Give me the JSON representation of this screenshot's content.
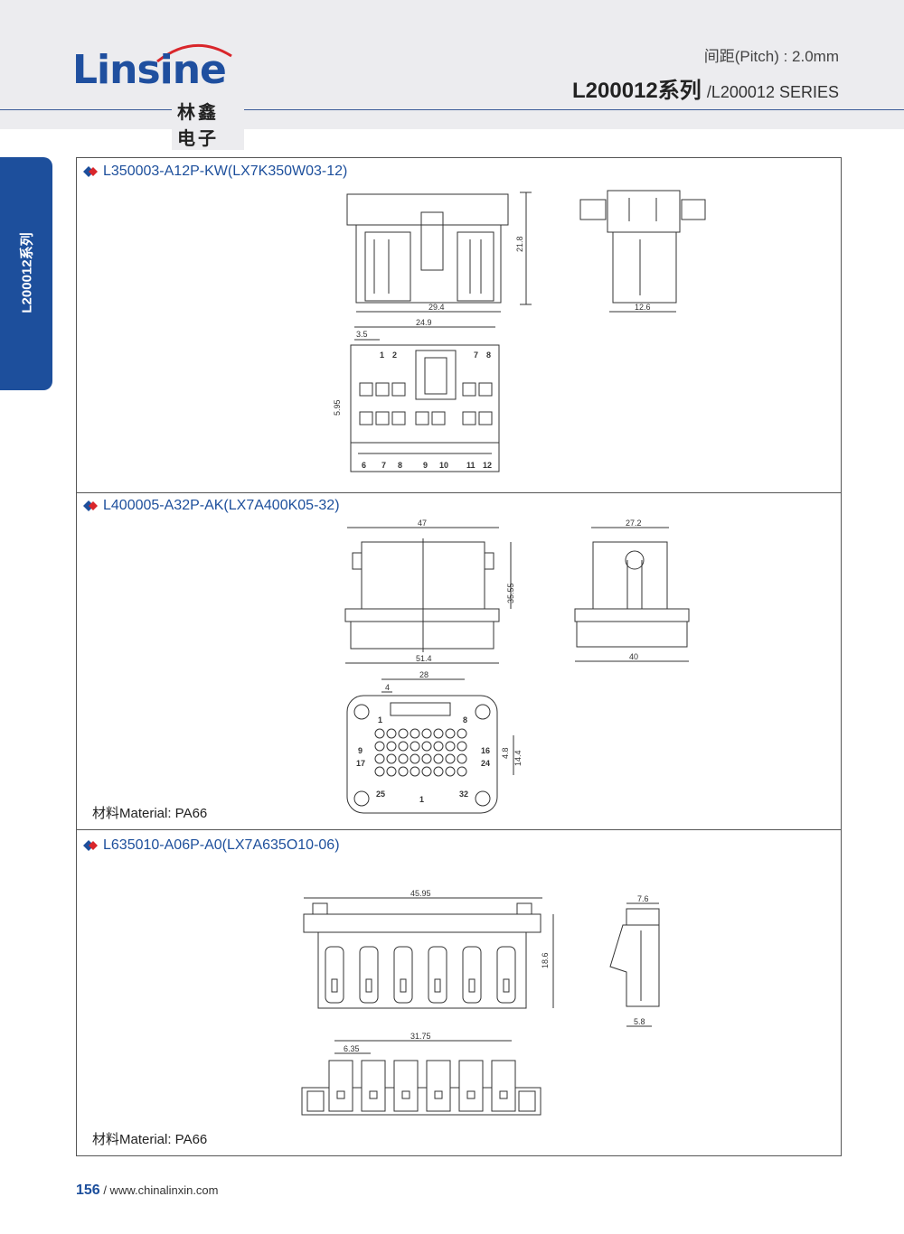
{
  "brand": {
    "logo": "Linsine",
    "name_cn": "林鑫电子"
  },
  "header": {
    "pitch": "间距(Pitch) : 2.0mm",
    "series_cn": "L200012系列",
    "series_en": "/L200012 SERIES",
    "brand_color": "#1d4f9c"
  },
  "side_tab": {
    "label": "L200012系列"
  },
  "sections": [
    {
      "title": "L350003-A12P-KW(LX7K350W03-12)",
      "dims": {
        "width": "29.4",
        "height": "21.8",
        "side": "12.6",
        "top_width": "24.9",
        "offset": "3.5",
        "row_pitch": "5.95"
      },
      "pins_top": [
        "1",
        "2",
        "",
        "",
        "7",
        "8"
      ],
      "pins_bottom": [
        "6",
        "7",
        "8",
        "9",
        "10",
        "11",
        "12"
      ]
    },
    {
      "title": "L400005-A32P-AK(LX7A400K05-32)",
      "dims": {
        "top": "47",
        "height": "35.55",
        "width": "51.4",
        "side_top": "27.2",
        "side": "40",
        "pitch_w": "28",
        "pitch_s": "4",
        "row": "4.8",
        "rows": "14.4"
      },
      "pins": [
        "1",
        "8",
        "9",
        "16",
        "17",
        "24",
        "25",
        "32"
      ],
      "material": "材料Material: PA66"
    },
    {
      "title": "L635010-A06P-A0(LX7A635O10-06)",
      "dims": {
        "width": "45.95",
        "height": "18.6",
        "side_top": "7.6",
        "side_bottom": "5.8",
        "span": "31.75",
        "pitch": "6.35"
      },
      "material": "材料Material: PA66"
    }
  ],
  "footer": {
    "page": "156",
    "site": "/ www.chinalinxin.com"
  }
}
